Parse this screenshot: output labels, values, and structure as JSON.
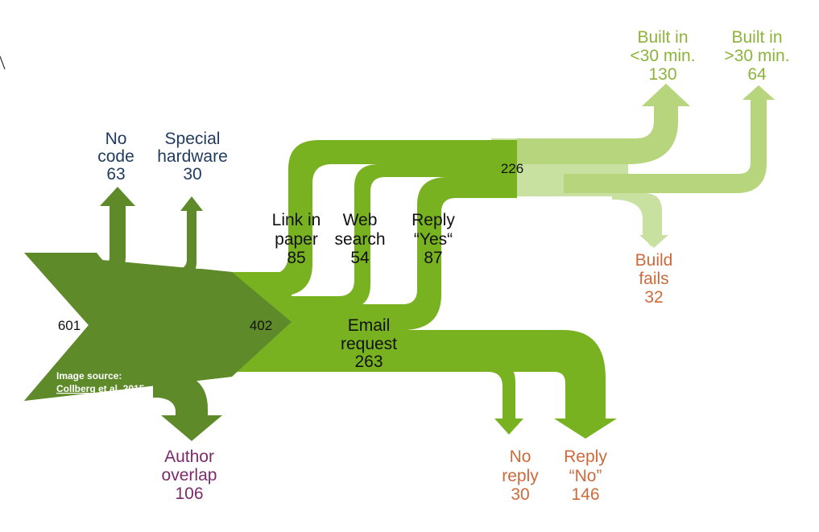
{
  "colors": {
    "dark_green": "#5e8a2a",
    "mid_green": "#79b221",
    "light_green": "#b6d57d",
    "pale_green": "#c8e0a0",
    "label_dark": "#1f3a5f",
    "label_green": "#8cb43a",
    "label_orange": "#cc6a3c",
    "label_purple": "#7d2a6b"
  },
  "diagram": {
    "total": "601",
    "after_filter": "402",
    "yes_pool": "226",
    "image_source": {
      "line1": "Image source:",
      "line2": "Collberg et al. 2015"
    },
    "nodes": {
      "no_code": {
        "line1": "No",
        "line2": "code",
        "value": "63"
      },
      "special_hardware": {
        "line1": "Special",
        "line2": "hardware",
        "value": "30"
      },
      "author_overlap": {
        "line1": "Author",
        "line2": "overlap",
        "value": "106"
      },
      "link_in_paper": {
        "line1": "Link in",
        "line2": "paper",
        "value": "85"
      },
      "web_search": {
        "line1": "Web",
        "line2": "search",
        "value": "54"
      },
      "reply_yes": {
        "line1": "Reply",
        "line2": "“Yes“",
        "value": "87"
      },
      "email_request": {
        "line1": "Email",
        "line2": "request",
        "value": "263"
      },
      "no_reply": {
        "line1": "No",
        "line2": "reply",
        "value": "30"
      },
      "reply_no": {
        "line1": "Reply",
        "line2": "“No”",
        "value": "146"
      },
      "built_under_30": {
        "line1": "Built in",
        "line2": "<30 min.",
        "value": "130"
      },
      "built_over_30": {
        "line1": "Built in",
        "line2": ">30 min.",
        "value": "64"
      },
      "build_fails": {
        "line1": "Build",
        "line2": "fails",
        "value": "32"
      }
    }
  }
}
